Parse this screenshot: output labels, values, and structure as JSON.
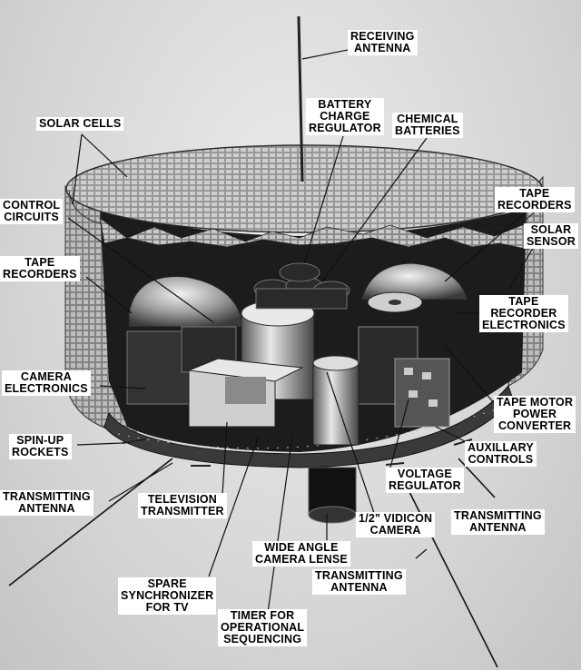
{
  "figure": {
    "colors": {
      "background": "#d6d6d6",
      "label_bg": "#ffffff",
      "label_text": "#000000",
      "leader": "#111111"
    }
  },
  "labels": {
    "receiving_antenna": "RECEIVING\nANTENNA",
    "battery_charge_regulator": "BATTERY\nCHARGE\nREGULATOR",
    "chemical_batteries": "CHEMICAL\nBATTERIES",
    "solar_cells": "SOLAR CELLS",
    "control_circuits": "CONTROL\nCIRCUITS",
    "tape_recorders_right": "TAPE\nRECORDERS",
    "solar_sensor": "SOLAR\nSENSOR",
    "tape_recorders_left": "TAPE\nRECORDERS",
    "tape_recorder_electronics": "TAPE\nRECORDER\nELECTRONICS",
    "camera_electronics": "CAMERA\nELECTRONICS",
    "tape_motor_power_converter": "TAPE MOTOR\nPOWER\nCONVERTER",
    "spin_up_rockets": "SPIN-UP\nROCKETS",
    "auxillary_controls": "AUXILLARY\nCONTROLS",
    "voltage_regulator": "VOLTAGE\nREGULATOR",
    "transmitting_antenna_left": "TRANSMITTING\nANTENNA",
    "television_transmitter": "TELEVISION\nTRANSMITTER",
    "vidicon_camera": "1/2\" VIDICON\nCAMERA",
    "transmitting_antenna_right": "TRANSMITTING\nANTENNA",
    "wide_angle_camera_lense": "WIDE ANGLE\nCAMERA LENSE",
    "transmitting_antenna_bottom": "TRANSMITTING\nANTENNA",
    "spare_synchronizer": "SPARE\nSYNCHRONIZER\nFOR TV",
    "timer_operational_sequencing": "TIMER FOR\nOPERATIONAL\nSEQUENCING"
  }
}
